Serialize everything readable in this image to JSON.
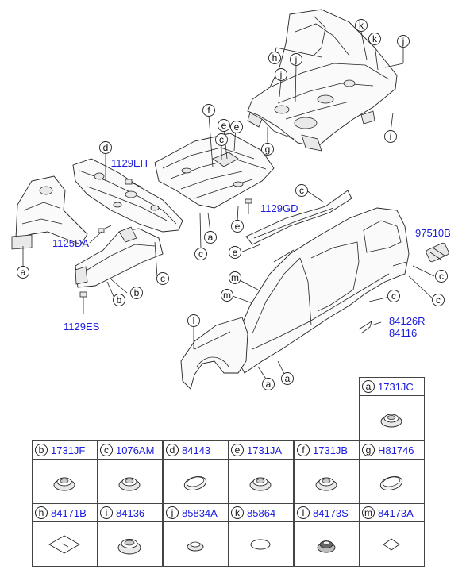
{
  "callouts": {
    "p1129EH": "1129EH",
    "p1125DA": "1125DA",
    "p1129ES": "1129ES",
    "p1129GD": "1129GD",
    "p97510B": "97510B",
    "p84126R": "84126R",
    "p84116": "84116"
  },
  "letters": [
    "a",
    "b",
    "c",
    "d",
    "e",
    "f",
    "g",
    "h",
    "i",
    "j",
    "k",
    "l",
    "m"
  ],
  "legend": [
    {
      "letter": "a",
      "code": "1731JC",
      "icon": "grommet-round-icon"
    },
    {
      "letter": "b",
      "code": "1731JF",
      "icon": "grommet-round-icon"
    },
    {
      "letter": "c",
      "code": "1076AM",
      "icon": "grommet-round-icon"
    },
    {
      "letter": "d",
      "code": "84143",
      "icon": "oval-plug-icon"
    },
    {
      "letter": "e",
      "code": "1731JA",
      "icon": "grommet-round-icon"
    },
    {
      "letter": "f",
      "code": "1731JB",
      "icon": "grommet-round-icon"
    },
    {
      "letter": "g",
      "code": "H81746",
      "icon": "oval-plug-icon"
    },
    {
      "letter": "h",
      "code": "84171B",
      "icon": "square-pad-icon"
    },
    {
      "letter": "i",
      "code": "84136",
      "icon": "grommet-large-icon"
    },
    {
      "letter": "j",
      "code": "85834A",
      "icon": "grommet-small-icon"
    },
    {
      "letter": "k",
      "code": "85864",
      "icon": "flat-disc-icon"
    },
    {
      "letter": "l",
      "code": "84173S",
      "icon": "serrated-plug-icon"
    },
    {
      "letter": "m",
      "code": "84173A",
      "icon": "small-square-pad-icon"
    }
  ]
}
